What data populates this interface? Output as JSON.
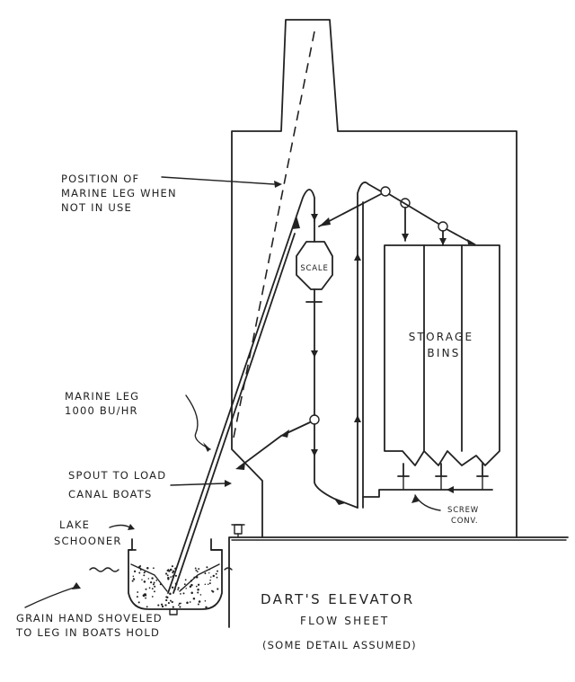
{
  "labels": {
    "marine_leg_position": [
      "POSITION OF",
      "MARINE LEG WHEN",
      "NOT IN USE"
    ],
    "scale": "SCALE",
    "storage_bins": [
      "STORAGE",
      "BINS"
    ],
    "marine_leg": [
      "MARINE LEG",
      "1000 BU/HR"
    ],
    "spout": [
      "SPOUT TO LOAD",
      "CANAL BOATS"
    ],
    "lake_schooner": [
      "LAKE",
      "SCHOONER"
    ],
    "screw_conveyor": [
      "SCREW",
      "CONV."
    ],
    "grain_shoveled": [
      "GRAIN HAND SHOVELED",
      "TO LEG IN BOATS HOLD"
    ]
  },
  "title": {
    "line1": "DART'S ELEVATOR",
    "line2": "FLOW SHEET",
    "line3": "(SOME DETAIL ASSUMED)"
  }
}
